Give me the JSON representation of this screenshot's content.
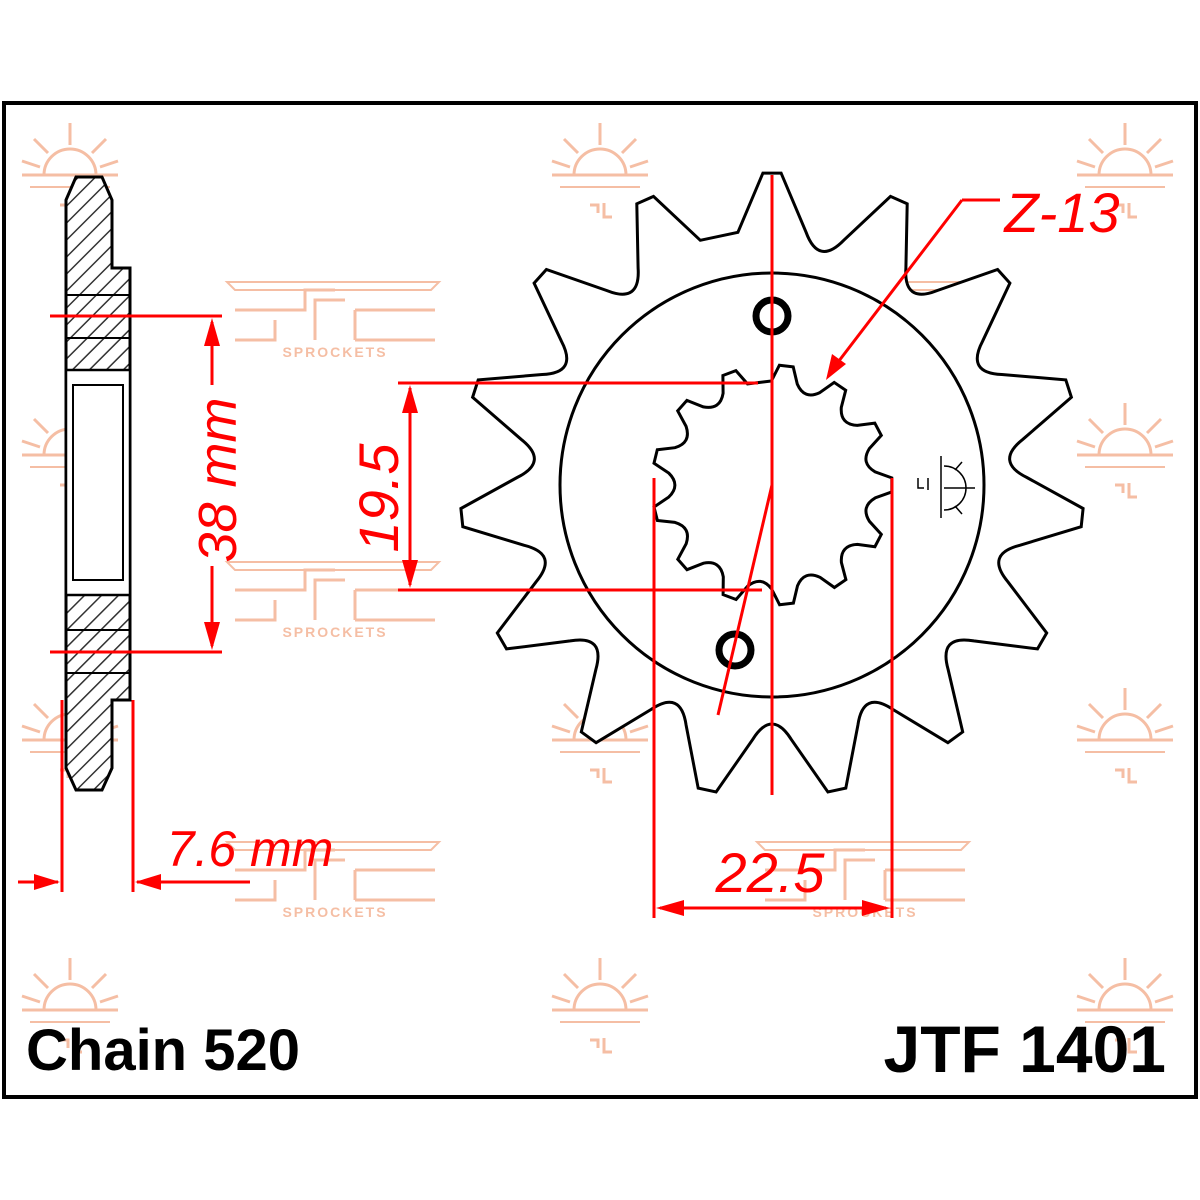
{
  "chain_label": "Chain 520",
  "part_number": "JTF 1401",
  "dimensions": {
    "bolt_circle": "38 mm",
    "thickness": "7.6 mm",
    "spline_inner": "19.5",
    "spline_outer": "22.5",
    "spline_count": "Z-13"
  },
  "sprocket": {
    "teeth": 15,
    "spline_teeth": 13
  },
  "watermark": {
    "brand": "SPROCKETS"
  },
  "colors": {
    "dimension": "#ff0000",
    "outline": "#000000",
    "watermark": "#f4b79a",
    "hatch": "#333333"
  }
}
